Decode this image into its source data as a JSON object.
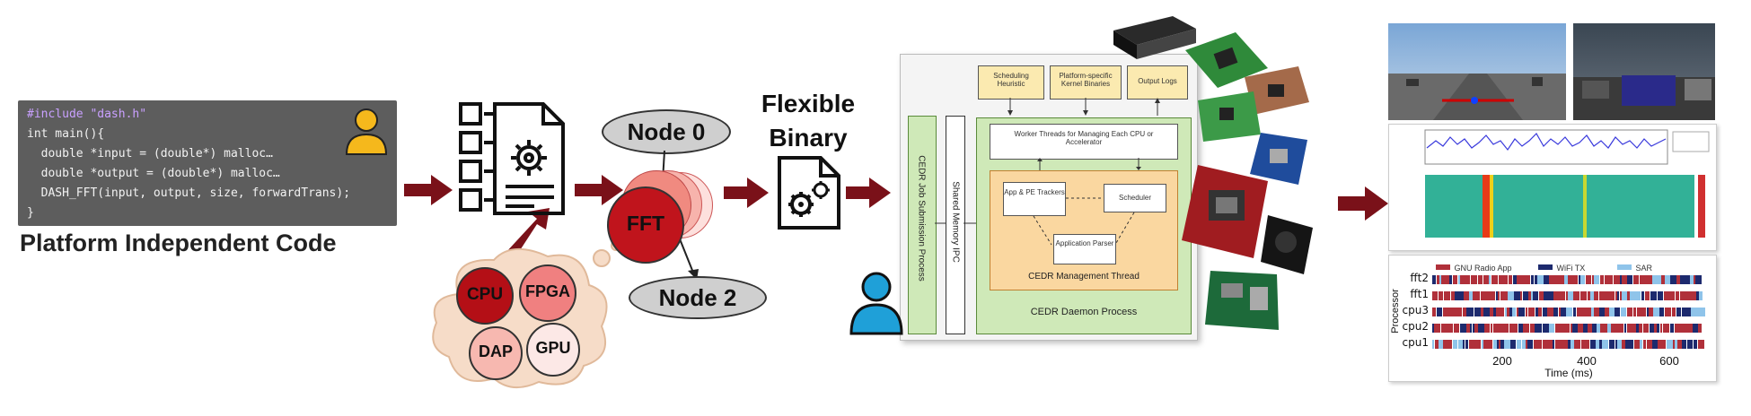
{
  "code": {
    "lines": [
      "#include \"dash.h\"",
      "int main(){",
      "  double *input = (double*) malloc…",
      "  double *output = (double*) malloc…",
      "  DASH_FFT(input, output, size, forwardTrans);",
      "}"
    ],
    "caption": "Platform Independent  Code"
  },
  "dag": {
    "node0": "Node 0",
    "fft": "FFT",
    "node2": "Node 2"
  },
  "targets": {
    "cpu": "CPU",
    "fpga": "FPGA",
    "dap": "DAP",
    "gpu": "GPU"
  },
  "binary": {
    "line1": "Flexible",
    "line2": "Binary"
  },
  "cedr": {
    "job_submission": "CEDR Job Submission Process",
    "shared_memory": "Shared Memory IPC",
    "scheduling_heuristic": "Scheduling Heuristic",
    "platform_kernels": "Platform-specific Kernel Binaries",
    "output_logs": "Output Logs",
    "worker_threads": "Worker Threads for Managing Each CPU or Accelerator",
    "app_trackers": "App & PE Trackers",
    "scheduler": "Scheduler",
    "app_parser": "Application Parser",
    "mgmt_thread": "CEDR Management Thread",
    "daemon": "CEDR Daemon Process"
  },
  "results": {
    "legend": [
      "GNU Radio App",
      "WiFi TX",
      "SAR"
    ],
    "legend_colors": [
      "#b0303a",
      "#1d2a6e",
      "#8fc4ea"
    ],
    "processors": [
      "fft2",
      "fft1",
      "cpu3",
      "cpu2",
      "cpu1"
    ],
    "axis_label": "Processor",
    "x_ticks": [
      "200",
      "400",
      "600"
    ],
    "x_label": "Time (ms)"
  },
  "colors": {
    "arrow": "#7a1119",
    "fft": "#c0141c",
    "cloud": "#f6dcc8",
    "cedr_green": "#cfe9b8",
    "cedr_orange": "#fad7a0",
    "cedr_yellow": "#fbeab0",
    "user_blue": "#1fa0d8",
    "user_yellow": "#f5b81c"
  }
}
